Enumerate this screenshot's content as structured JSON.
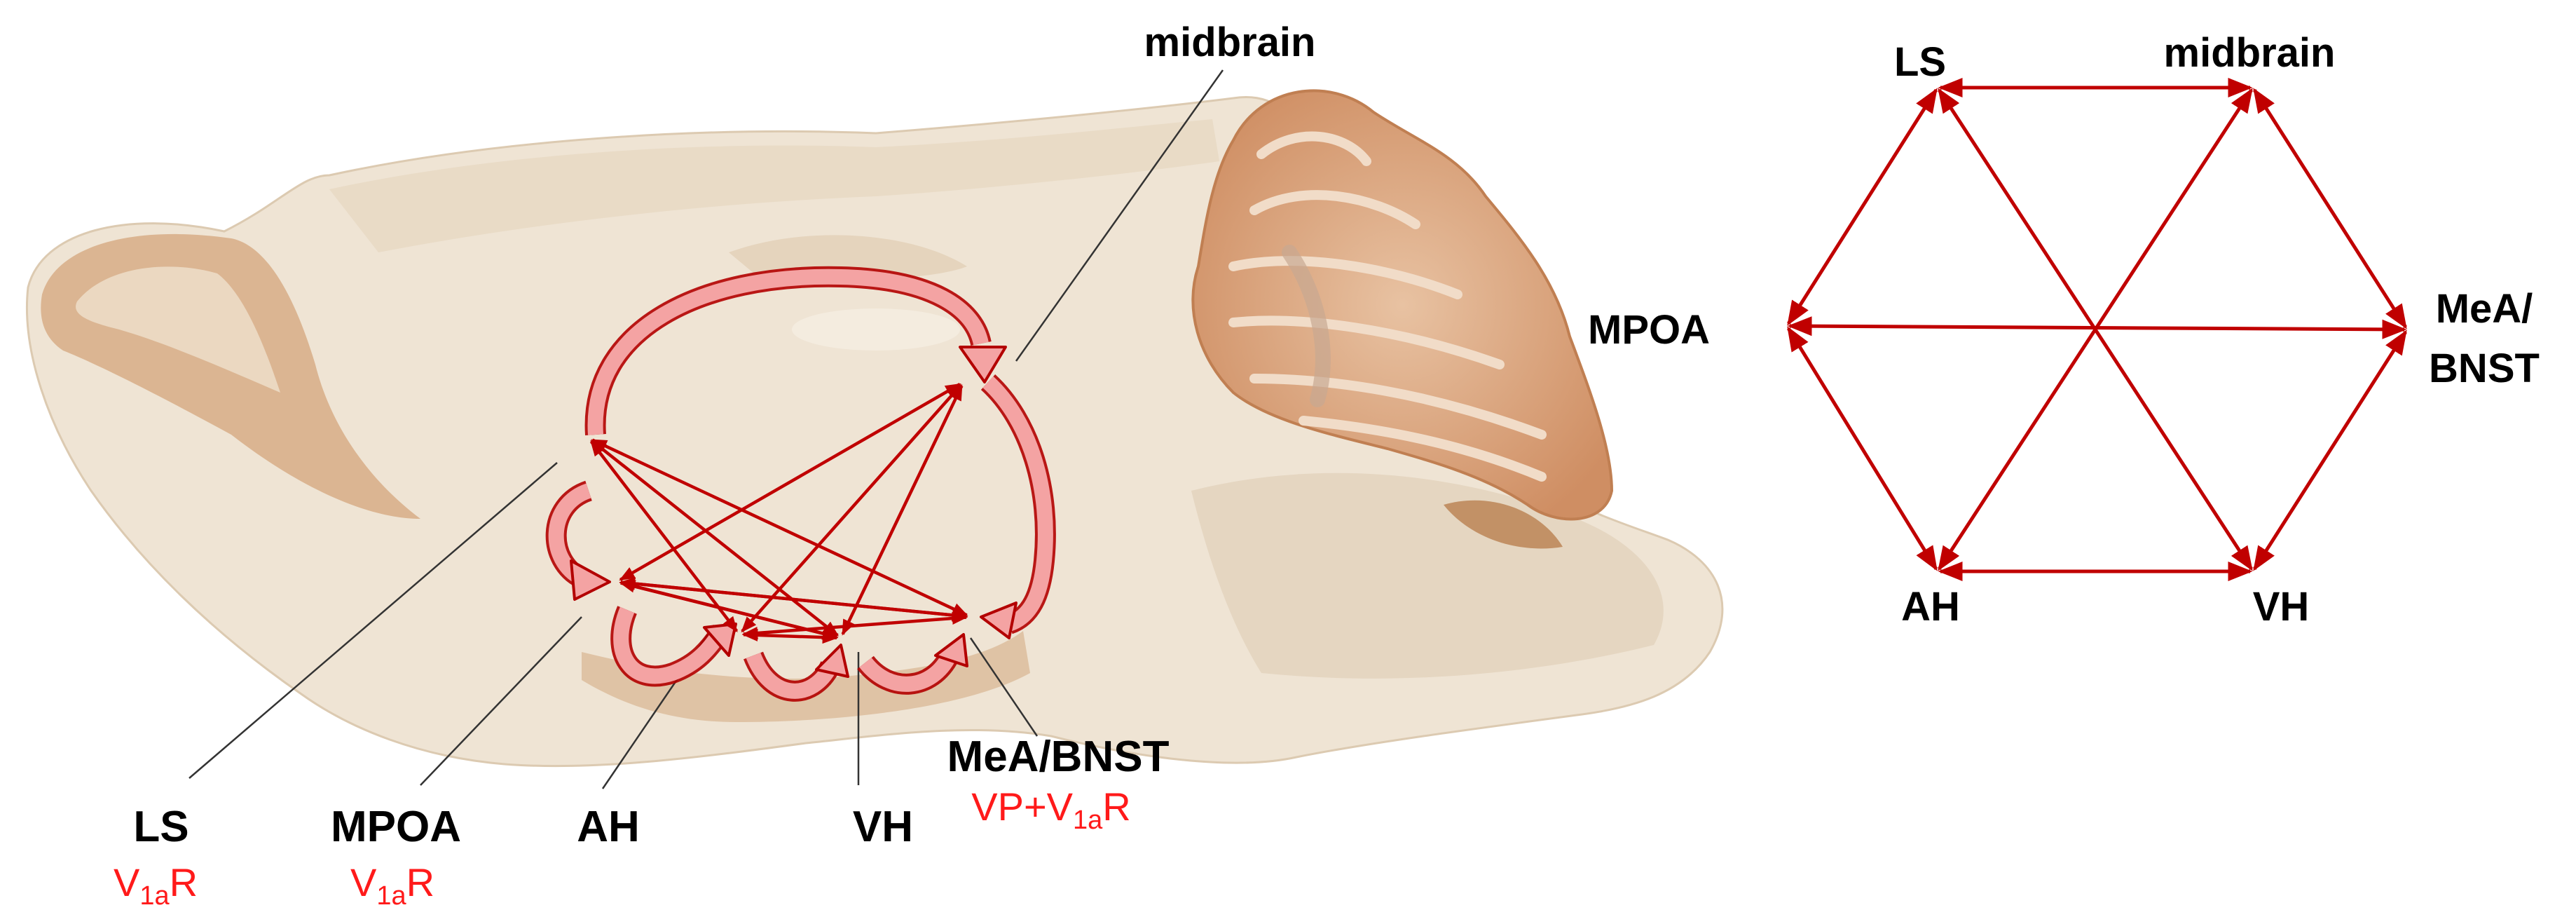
{
  "brain": {
    "labels": {
      "midbrain": "midbrain",
      "ls": "LS",
      "mpoa": "MPOA",
      "ah": "AH",
      "vh": "VH",
      "mea_bnst": "MeA/BNST"
    },
    "receptors": {
      "ls_prefix": "V",
      "ls_sub": "1a",
      "ls_suffix": "R",
      "mpoa_prefix": "V",
      "mpoa_sub": "1a",
      "mpoa_suffix": "R",
      "mea_prefix": "VP+V",
      "mea_sub": "1a",
      "mea_suffix": "R"
    }
  },
  "network": {
    "labels": {
      "ls": "LS",
      "midbrain": "midbrain",
      "mpoa": "MPOA",
      "mea_line1": "MeA/",
      "mea_line2": "BNST",
      "ah": "AH",
      "vh": "VH"
    }
  },
  "colors": {
    "arrow": "#c00000",
    "receptor_text": "#ff1a1a",
    "tissue": "#efe4d4",
    "tissue_dark": "#c98b5a",
    "cerebellum": "#d9a27c"
  }
}
